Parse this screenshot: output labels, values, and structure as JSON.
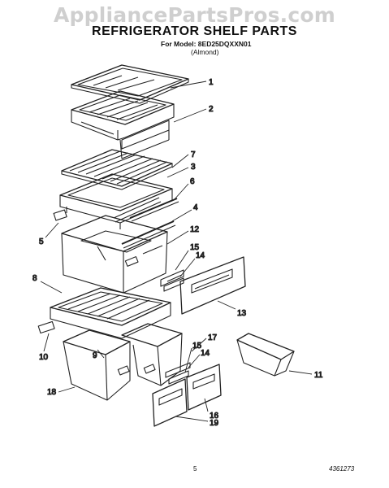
{
  "watermark": "AppliancePartsPros.com",
  "title": "REFRIGERATOR SHELF PARTS",
  "model_line": "For Model: 8ED25DQXXN01",
  "color_line": "(Almond)",
  "page_number": "5",
  "doc_code": "4361273",
  "callouts": [
    "1",
    "2",
    "7",
    "3",
    "6",
    "4",
    "5",
    "12",
    "15",
    "14",
    "8",
    "13",
    "17",
    "15",
    "14",
    "10",
    "9",
    "18",
    "11",
    "16",
    "19"
  ]
}
